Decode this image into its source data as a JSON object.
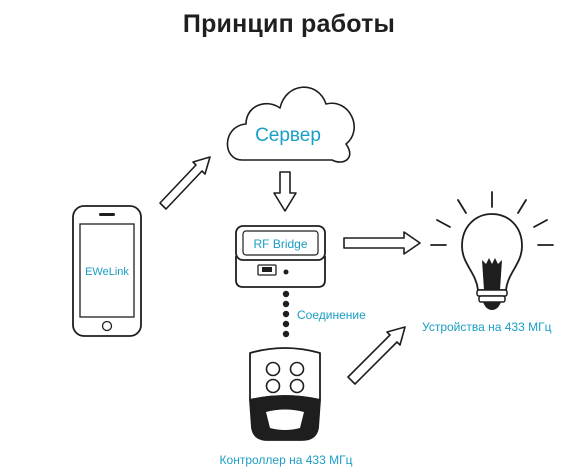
{
  "title": "Принцип работы",
  "cloud": {
    "label": "Сервер"
  },
  "phone": {
    "label": "EWeLink"
  },
  "bridge": {
    "label": "RF Bridge"
  },
  "connection": {
    "label": "Соединение"
  },
  "devices": {
    "label": "Устройства на 433 МГц"
  },
  "controller": {
    "label": "Контроллер на 433 МГц"
  },
  "colors": {
    "accent": "#1a9ec5",
    "stroke": "#1e1e1e"
  }
}
